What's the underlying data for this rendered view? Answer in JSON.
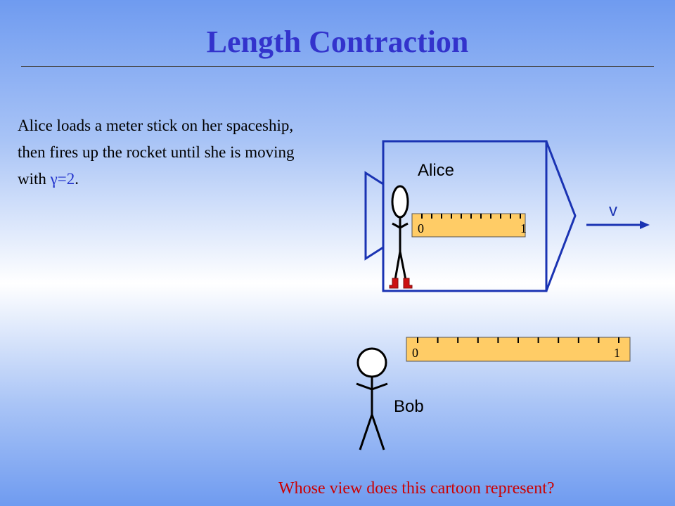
{
  "slide": {
    "title": "Length Contraction",
    "body_main": "Alice loads a meter stick on her spaceship, then fires up the rocket until she is moving with ",
    "body_gamma": "γ=2",
    "body_end": ".",
    "footer_question": "Whose view does this cartoon represent?"
  },
  "scene": {
    "alice_label": "Alice",
    "bob_label": "Bob",
    "velocity_label": "v",
    "alice_ruler": {
      "start_label": "0",
      "end_label": "1"
    },
    "bob_ruler": {
      "start_label": "0",
      "end_label": "1"
    }
  },
  "colors": {
    "title": "#3333cc",
    "ship_outline": "#1a33b3",
    "ruler_fill": "#ffcc66",
    "boots": "#cc1111",
    "question": "#cc0000"
  }
}
